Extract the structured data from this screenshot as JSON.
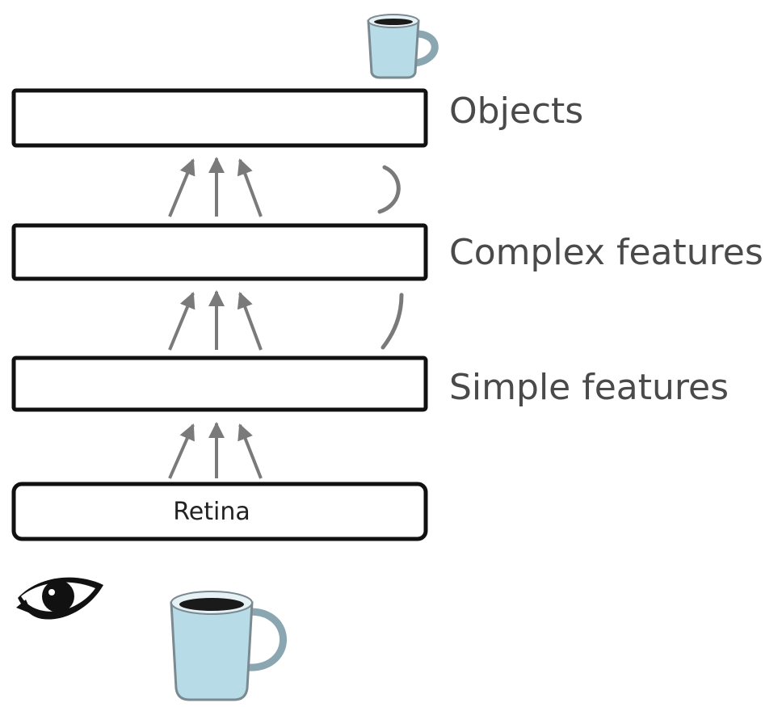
{
  "layers": {
    "objects": "Objects",
    "complex": "Complex features",
    "simple": "Simple features",
    "retina": "Retina"
  },
  "icons": {
    "top": "coffee-mug-icon",
    "eye": "eye-icon",
    "bottom": "coffee-mug-icon"
  },
  "colors": {
    "box_stroke": "#111111",
    "arrow": "#7a7a7a",
    "label": "#4a4a4a",
    "mug": "#b8dbe8"
  }
}
